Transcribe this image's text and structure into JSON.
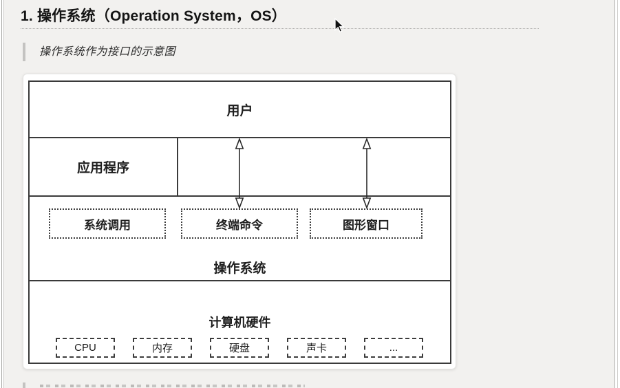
{
  "heading": {
    "title": "1. 操作系统（Operation System，OS）"
  },
  "quote": {
    "text": "操作系统作为接口的示意图"
  },
  "diagram": {
    "user": "用户",
    "application": "应用程序",
    "os": {
      "label": "操作系统",
      "interfaces": [
        "系统调用",
        "终端命令",
        "图形窗口"
      ]
    },
    "hardware": {
      "label": "计算机硬件",
      "components": [
        "CPU",
        "内存",
        "硬盘",
        "声卡",
        "..."
      ]
    }
  },
  "colors": {
    "page_bg": "#f2f1ef",
    "card_bg": "#ffffff",
    "diagram_line": "#3a3a3a",
    "text": "#1f1f1f",
    "quote_bar": "#c4c3c1"
  }
}
